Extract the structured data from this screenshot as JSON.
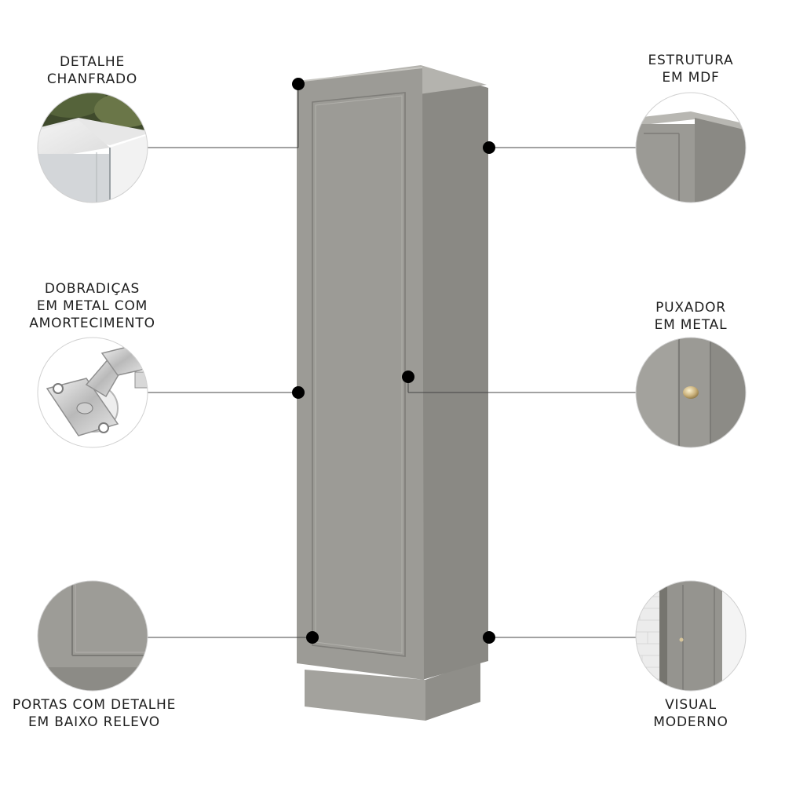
{
  "product": {
    "name": "gray-tall-cabinet"
  },
  "callouts": {
    "chanfrado": {
      "line1": "DETALHE",
      "line2": "CHANFRADO"
    },
    "estrutura": {
      "line1": "ESTRUTURA",
      "line2": "EM MDF"
    },
    "dobradicas": {
      "line1": "DOBRADIÇAS",
      "line2": "EM METAL COM",
      "line3": "AMORTECIMENTO"
    },
    "puxador": {
      "line1": "PUXADOR",
      "line2": "EM METAL"
    },
    "portas": {
      "line1": "PORTAS COM DETALHE",
      "line2": "EM BAIXO RELEVO"
    },
    "visual": {
      "line1": "VISUAL",
      "line2": "MODERNO"
    }
  },
  "colors": {
    "cabinet_front": "#9c9b96",
    "cabinet_side": "#8a8984",
    "cabinet_top": "#b4b3ae",
    "plinth": "#a3a29d",
    "marker": "#000000",
    "leader_line": "#444444",
    "text": "#1e1e1e"
  }
}
